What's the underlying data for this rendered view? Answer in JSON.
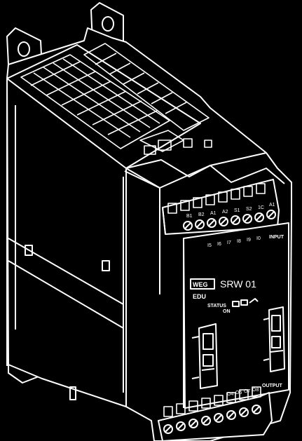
{
  "figure": {
    "subject": "relay-module-line-drawing",
    "colors": {
      "background": "#000000",
      "line": "#ffffff"
    }
  },
  "device": {
    "brand_logo": "WEG",
    "model": "SRW 01",
    "variant": "EDU",
    "status_label": "STATUS",
    "on_label": "ON"
  },
  "top_terminals": {
    "labels": [
      "B1",
      "B2",
      "A1",
      "A2",
      "S1",
      "S2",
      "1C",
      "A1"
    ],
    "input_pins": [
      "I5",
      "I6",
      "I7",
      "I8",
      "I9",
      "I0"
    ],
    "input_label": "INPUT"
  },
  "bottom_terminals": {
    "output_pins": [
      "O4",
      "O5",
      "O7",
      "O8"
    ],
    "output_label": "OUTPUT"
  }
}
